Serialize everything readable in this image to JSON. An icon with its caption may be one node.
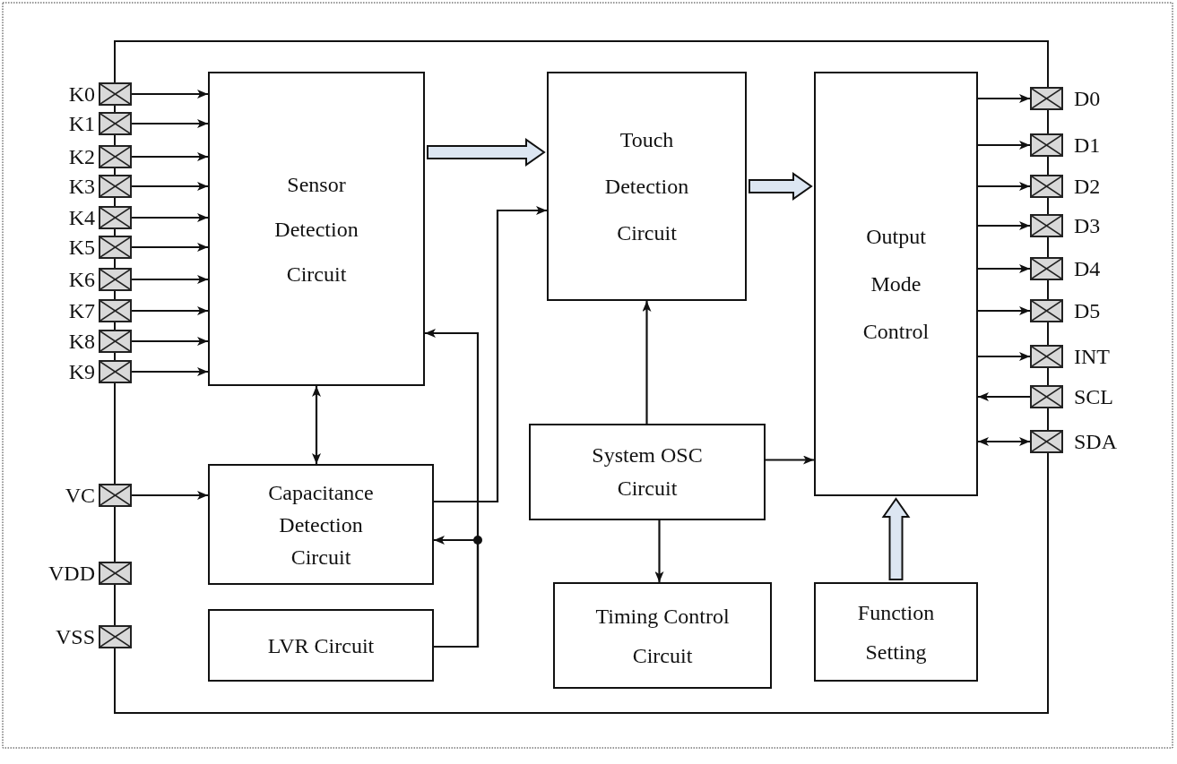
{
  "diagram": {
    "nodes": [
      {
        "text": [],
        "shape": "box"
      },
      {
        "text": [
          "Sensor Detection Circuit"
        ],
        "in": 0
      },
      {
        "text": [
          "Touch Detection Circuit"
        ],
        "in": 0
      },
      {
        "text": [
          "Output Mode Control"
        ],
        "in": 0
      },
      {
        "text": [
          "Capacitance Detection Circuit"
        ],
        "in": 0
      },
      {
        "text": [
          "System OSC Circuit"
        ],
        "in": 0
      },
      {
        "text": [
          "LVR Circuit"
        ],
        "in": 0
      },
      {
        "text": [
          "Timing Control Circuit"
        ],
        "in": 0
      },
      {
        "text": [
          "Function Setting"
        ],
        "in": 0
      },
      {
        "text": [],
        "shape": "box",
        "beside": [
          "K0"
        ]
      },
      {
        "text": [],
        "shape": "box",
        "beside": [
          "K1"
        ]
      },
      {
        "text": [],
        "shape": "box",
        "beside": [
          "K2"
        ]
      },
      {
        "text": [],
        "shape": "box",
        "beside": [
          "K3"
        ]
      },
      {
        "text": [],
        "shape": "box",
        "beside": [
          "K4"
        ]
      },
      {
        "text": [],
        "shape": "box",
        "beside": [
          "K5"
        ]
      },
      {
        "text": [],
        "shape": "box",
        "beside": [
          "K6"
        ]
      },
      {
        "text": [],
        "shape": "box",
        "beside": [
          "K7"
        ]
      },
      {
        "text": [],
        "shape": "box",
        "beside": [
          "K8"
        ]
      },
      {
        "text": [],
        "shape": "box",
        "beside": [
          "K9"
        ]
      },
      {
        "text": [],
        "shape": "box",
        "beside": [
          "VC"
        ]
      },
      {
        "text": [],
        "shape": "box",
        "beside": [
          "VDD"
        ]
      },
      {
        "text": [],
        "shape": "box",
        "beside": [
          "VSS"
        ]
      },
      {
        "text": [],
        "shape": "box",
        "beside": [
          "D0"
        ]
      },
      {
        "text": [],
        "shape": "box",
        "beside": [
          "D1"
        ]
      },
      {
        "text": [],
        "shape": "box",
        "beside": [
          "D2"
        ]
      },
      {
        "text": [],
        "shape": "box",
        "beside": [
          "D3"
        ]
      },
      {
        "text": [],
        "shape": "box",
        "beside": [
          "D4"
        ]
      },
      {
        "text": [],
        "shape": "box",
        "beside": [
          "D5"
        ]
      },
      {
        "text": [],
        "shape": "box",
        "beside": [
          "INT"
        ]
      },
      {
        "text": [],
        "shape": "box",
        "beside": [
          "SCL"
        ]
      },
      {
        "text": [],
        "shape": "box",
        "beside": [
          "SDA"
        ]
      }
    ],
    "edges": [
      {
        "from": 9,
        "to": 1,
        "arrow": "to"
      },
      {
        "from": 10,
        "to": 1,
        "arrow": "to"
      },
      {
        "from": 11,
        "to": 1,
        "arrow": "to"
      },
      {
        "from": 12,
        "to": 1,
        "arrow": "to"
      },
      {
        "from": 13,
        "to": 1,
        "arrow": "to"
      },
      {
        "from": 14,
        "to": 1,
        "arrow": "to"
      },
      {
        "from": 15,
        "to": 1,
        "arrow": "to"
      },
      {
        "from": 16,
        "to": 1,
        "arrow": "to"
      },
      {
        "from": 17,
        "to": 1,
        "arrow": "to"
      },
      {
        "from": 18,
        "to": 1,
        "arrow": "to"
      },
      {
        "from": 19,
        "to": 4,
        "arrow": "to"
      },
      {
        "from": 1,
        "to": 4,
        "arrow": "both"
      },
      {
        "from": 1,
        "to": 2,
        "arrow": "to",
        "style": "thick",
        "color": "#dce6f2"
      },
      {
        "from": 4,
        "to": 2,
        "arrow": "to"
      },
      {
        "from": 6,
        "to": 1,
        "arrow": "to"
      },
      {
        "from": 6,
        "to": 4,
        "arrow": "to"
      },
      {
        "from": 2,
        "to": 3,
        "arrow": "to",
        "style": "thick",
        "color": "#dce6f2"
      },
      {
        "from": 5,
        "to": 2,
        "arrow": "to"
      },
      {
        "from": 5,
        "to": 3,
        "arrow": "to"
      },
      {
        "from": 5,
        "to": 7,
        "arrow": "to"
      },
      {
        "from": 8,
        "to": 3,
        "arrow": "to",
        "style": "thick",
        "color": "#dce6f2"
      },
      {
        "from": 3,
        "to": 22,
        "arrow": "to"
      },
      {
        "from": 3,
        "to": 23,
        "arrow": "to"
      },
      {
        "from": 3,
        "to": 24,
        "arrow": "to"
      },
      {
        "from": 3,
        "to": 25,
        "arrow": "to"
      },
      {
        "from": 3,
        "to": 26,
        "arrow": "to"
      },
      {
        "from": 3,
        "to": 27,
        "arrow": "to"
      },
      {
        "from": 3,
        "to": 28,
        "arrow": "to"
      },
      {
        "from": 29,
        "to": 3,
        "arrow": "to"
      },
      {
        "from": 30,
        "to": 3,
        "arrow": "both"
      }
    ]
  }
}
